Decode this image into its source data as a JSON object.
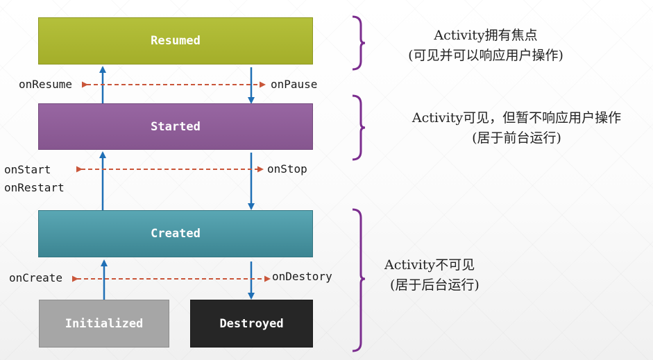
{
  "states": {
    "resumed": "Resumed",
    "started": "Started",
    "created": "Created",
    "initialized": "Initialized",
    "destroyed": "Destroyed"
  },
  "callbacks": {
    "on_resume": "onResume",
    "on_pause": "onPause",
    "on_start": "onStart",
    "on_restart": "onRestart",
    "on_stop": "onStop",
    "on_create": "onCreate",
    "on_destroy": "onDestory"
  },
  "annotations": {
    "resumed_line1": "Activity拥有焦点",
    "resumed_line2": "(可见并可以响应用户操作)",
    "started_line1": "Activity可见，但暂不响应用户操作",
    "started_line2": "(居于前台运行)",
    "created_line1": "Activity不可见",
    "created_line2": "(居于后台运行)"
  },
  "colors": {
    "resumed": "#a9b332",
    "started": "#8f5e99",
    "created": "#4a96a3",
    "initialized": "#a6a6a6",
    "destroyed": "#262626",
    "transition_arrow": "#1f6fb5",
    "callback_arrow": "#c9563a",
    "bracket": "#7b2d8e"
  }
}
